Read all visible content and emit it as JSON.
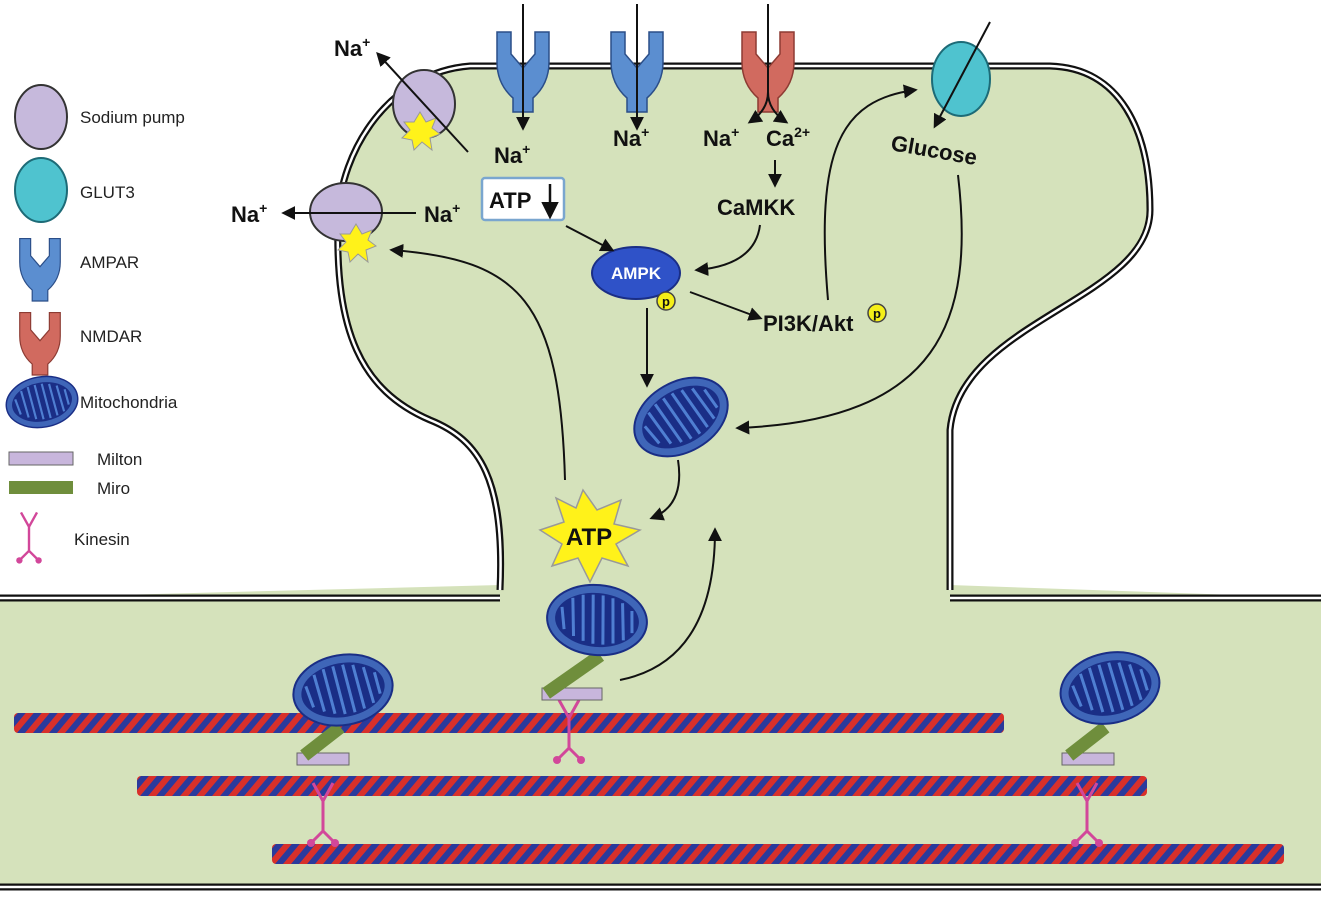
{
  "legend": {
    "sodium_pump": "Sodium pump",
    "glut3": "GLUT3",
    "ampar": "AMPAR",
    "nmdar": "NMDAR",
    "mitochondria": "Mitochondria",
    "milton": "Milton",
    "miro": "Miro",
    "kinesin": "Kinesin"
  },
  "labels": {
    "na_plus": "Na",
    "plus": "+",
    "ca": "Ca",
    "ca_charge": "2+",
    "atp_box": "ATP",
    "camkk": "CaMKK",
    "ampk": "AMPK",
    "p": "p",
    "pi3k_akt": "PI3K/Akt",
    "glucose": "Glucose",
    "atp_burst": "ATP"
  },
  "colors": {
    "cytoplasm": "#d5e2bb",
    "sodium_pump": "#c6b9dc",
    "glut3": "#4fc3cf",
    "ampar": "#5b8ed0",
    "nmdar": "#d16a5f",
    "mito_outer": "#3f66b8",
    "mito_inner": "#1a2e86",
    "ampk": "#2f52c8",
    "milton": "#c8b6dc",
    "miro": "#6f8e3c",
    "kinesin": "#d2479a",
    "atp_star": "#fff21a",
    "phospho": "#f5ef18",
    "microtubule_red": "#d8302a",
    "microtubule_blue": "#2a3a9c"
  }
}
